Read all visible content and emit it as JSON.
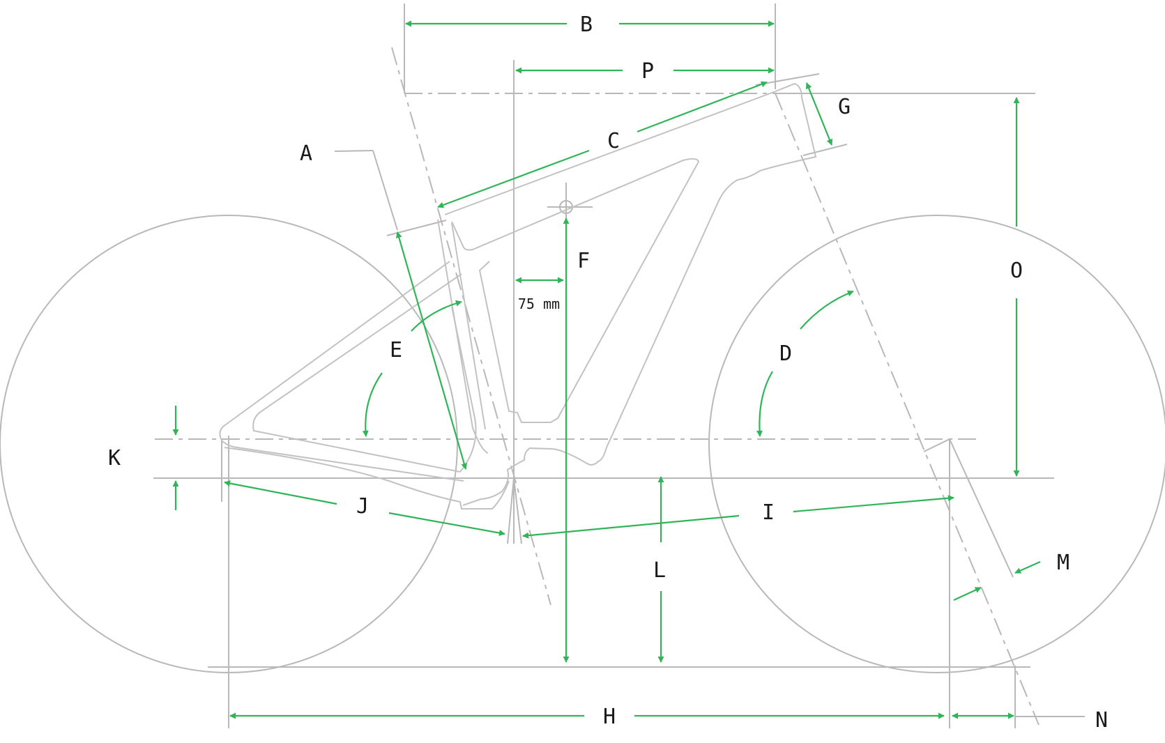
{
  "labels": {
    "A": "A",
    "B": "B",
    "C": "C",
    "D": "D",
    "E": "E",
    "F": "F",
    "G": "G",
    "H": "H",
    "I": "I",
    "J": "J",
    "K": "K",
    "L": "L",
    "M": "M",
    "N": "N",
    "O": "O",
    "P": "P"
  },
  "offset_note": "75 mm",
  "colors": {
    "dimension": "#2fb457",
    "frame": "#c2c2c2",
    "text": "#1a1a1a",
    "background": "#ffffff"
  }
}
